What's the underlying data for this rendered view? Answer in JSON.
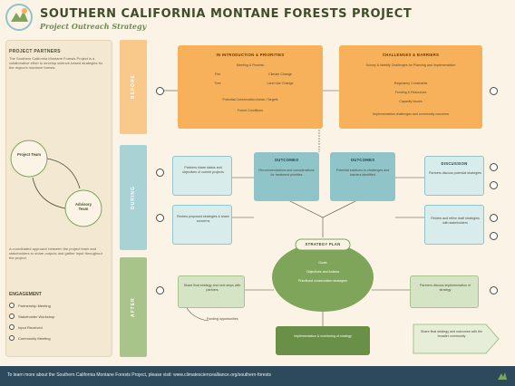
{
  "header": {
    "title": "SOUTHERN CALIFORNIA MONTANE FORESTS PROJECT",
    "subtitle": "Project Outreach Strategy"
  },
  "sidebar": {
    "heading": "PROJECT PARTNERS",
    "intro": "The Southern California Montane Forests Project is a collaborative effort to develop science-based strategies for the region's montane forests.",
    "cycle": [
      "Project Team",
      "Advisory Team"
    ],
    "body": "A coordinated approach between the project team and stakeholders to share outputs and gather input throughout the project.",
    "legend_heading": "ENGAGEMENT",
    "legend": [
      "Partnership Meeting",
      "Stakeholder Workshop",
      "Input Received",
      "Community Meeting"
    ]
  },
  "bands": [
    "BEFORE",
    "DURING",
    "AFTER"
  ],
  "boxes": {
    "intro_title": "IN INTRODUCTION & PRIORITIES",
    "intro_items": [
      "Meeting & Process",
      "Fire",
      "Climate Change",
      "Tree",
      "Land Use Change",
      "Potential Conservation Areas / Targets",
      "Forest Conditions"
    ],
    "challenges_title": "CHALLENGES & BARRIERS",
    "challenges_items": [
      "Survey & Identify Challenges for Planning and Implementation",
      "Regulatory Constraints",
      "Funding & Resources",
      "Capacity Issues",
      "Implementation challenges and community concerns"
    ],
    "mid_left_top": "Partners share status and objectives of current projects",
    "mid_left_bottom": "Review proposed strategies & share concerns",
    "mid_center_left_title": "OUTCOMES",
    "mid_center_left": "Recommendations and considerations for treatment priorities",
    "mid_center_right_title": "OUTCOMES",
    "mid_center_right": "Potential solutions to challenges and barriers identified",
    "mid_right_top_title": "DISCUSSION",
    "mid_right_top": "Partners discuss potential strategies",
    "mid_right_bottom": "Review and refine draft strategies with stakeholders",
    "strategy_title": "STRATEGY PLAN",
    "strategy_items": [
      "Goals",
      "Objectives and Actions",
      "Prioritized conservation strategies"
    ],
    "after_left": "Share final strategy and next steps with partners",
    "after_right": "Partners discuss implementation of strategy",
    "bottom_center": "Implementation & monitoring of strategy",
    "bottom_right": "Share final strategy and outcomes with the broader community",
    "funding_note": "Funding opportunities"
  },
  "footer": {
    "text": "To learn more about the Southern California Montane Forests Project, please visit:  www.climatesciencealliance.org/southern-forests"
  },
  "colors": {
    "orange": "#f6b15a",
    "teal": "#8fc4c9",
    "green": "#7fa55a",
    "navy": "#2d4a5c"
  }
}
